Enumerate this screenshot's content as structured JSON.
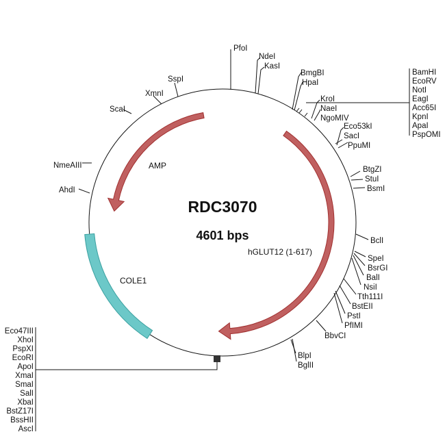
{
  "plasmid": {
    "name": "RDC3070",
    "size_label": "4601 bps"
  },
  "features": {
    "hglut12": {
      "label": "hGLUT12 (1-617)",
      "color": "#c06060"
    },
    "amp": {
      "label": "AMP",
      "color": "#c06060"
    },
    "cole1": {
      "label": "COLE1",
      "color": "#6cc8c8"
    }
  },
  "sites": {
    "top": [
      "PfoI",
      "NdeI",
      "KasI",
      "BmgBI",
      "HpaI",
      "KroI",
      "NaeI",
      "NgoMIV"
    ],
    "mcs_right": [
      "BamHI",
      "EcoRV",
      "NotI",
      "EagI",
      "Acc65I",
      "KpnI",
      "ApaI",
      "PspOMI"
    ],
    "right": [
      "Eco53kI",
      "SacI",
      "PpuMI",
      "BtgZI",
      "StuI",
      "BsmI",
      "BclI",
      "SpeI",
      "BsrGI",
      "BalI",
      "NsiI",
      "Tth111I",
      "BstEII",
      "PstI",
      "PfIMI",
      "BbvCI",
      "BlpI",
      "BglII"
    ],
    "left": [
      "SspI",
      "XmnI",
      "ScaI",
      "NmeAIII",
      "AhdI"
    ],
    "mcs_left": [
      "Eco47III",
      "XhoI",
      "PspXI",
      "EcoRI",
      "ApoI",
      "XmaI",
      "SmaI",
      "SalI",
      "XbaI",
      "BstZ17I",
      "BssHII",
      "AscI"
    ]
  }
}
